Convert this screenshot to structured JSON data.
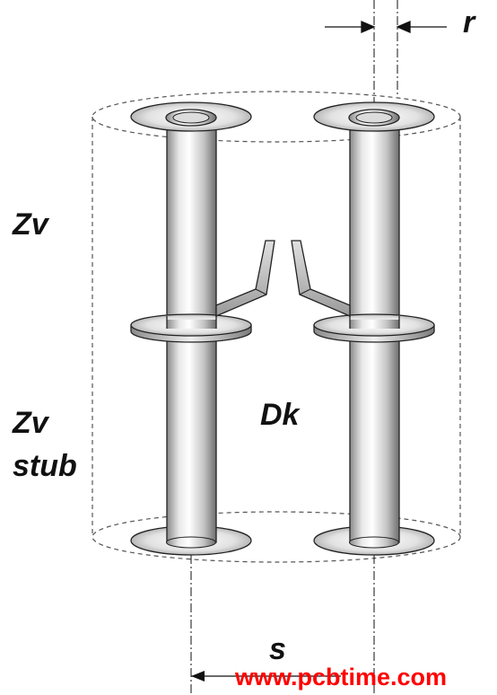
{
  "labels": {
    "r": "r",
    "zv": "Zv",
    "zv_stub_line1": "Zv",
    "zv_stub_line2": "stub",
    "dk": "Dk",
    "s": "s"
  },
  "watermark": "www.pcbtime.com",
  "colors": {
    "outline": "#222222",
    "dashed": "#555555",
    "watermark": "#ff0000",
    "metal_light": "#f4f4f4",
    "metal_mid": "#bdbdbd",
    "metal_dark": "#6e6e6e"
  }
}
